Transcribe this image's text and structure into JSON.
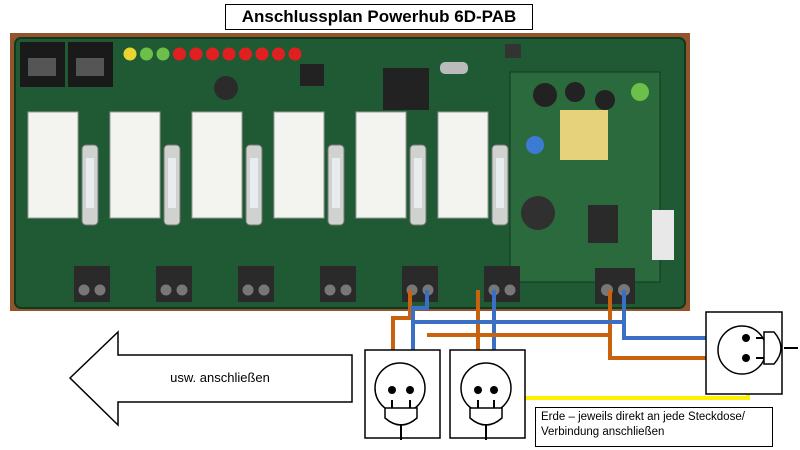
{
  "title": "Anschlussplan Powerhub 6D-PAB",
  "arrow_label": "usw. anschließen",
  "note_line1": "Erde – jeweils direkt an jede Steckdose/",
  "note_line2": "Verbindung anschließen",
  "colors": {
    "board": "#1f5a34",
    "wood": "#9b5a2f",
    "relay": "#f3f3ef",
    "terminal": "#2a2a2a",
    "wire_live": "#c8620f",
    "wire_neutral": "#3a6fc4",
    "wire_earth": "#ffef00",
    "led_green": "#6cc04a",
    "led_yellow": "#e8d531",
    "led_red": "#e02020"
  },
  "leds": [
    "yellow",
    "green",
    "green",
    "red",
    "red",
    "red",
    "red",
    "red",
    "red",
    "red",
    "red"
  ],
  "relay_count": 6
}
